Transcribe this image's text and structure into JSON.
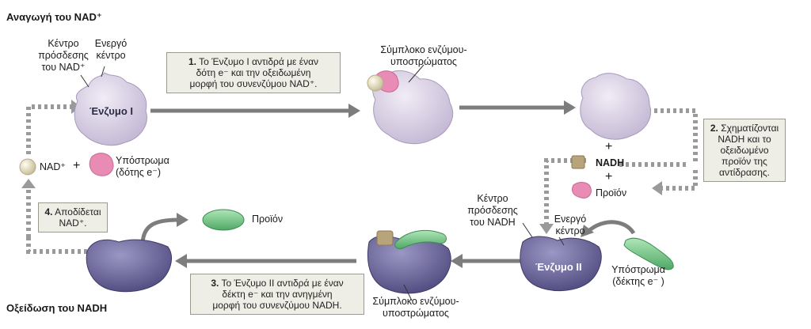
{
  "titles": {
    "top": "Αναγωγή του NAD⁺",
    "bottom": "Οξείδωση του NADH"
  },
  "labels": {
    "binding_site_nad": [
      "Κέντρο",
      "πρόσδεσης",
      "του NAD⁺"
    ],
    "active_site_top": [
      "Ενεργό",
      "κέντρο"
    ],
    "enzyme1": "Ένζυμο Ι",
    "complex_top": [
      "Σύμπλοκο ενζύμου-",
      "υποστρώματος"
    ],
    "nad_plus": "NAD⁺",
    "plus": "+",
    "substrate_donor": [
      "Υπόστρωμα",
      "(δότης e⁻)"
    ],
    "nadh": "NADH",
    "product_right": "Προϊόν",
    "binding_site_nadh": [
      "Κέντρο",
      "πρόσδεσης",
      "του NADH"
    ],
    "active_site_bottom": [
      "Ενεργό",
      "κέντρο"
    ],
    "enzyme2": "Ένζυμο ΙΙ",
    "substrate_acceptor": [
      "Υπόστρωμα",
      "(δέκτης e⁻ )"
    ],
    "complex_bottom": [
      "Σύμπλοκο ενζύμου-",
      "υποστρώματος"
    ],
    "product_bottom": "Προϊόν"
  },
  "steps": [
    {
      "num": "1.",
      "lines": [
        "Το Ένζυμο Ι αντιδρά με έναν",
        "δότη e⁻ και την οξειδωμένη",
        "μορφή του συνενζύμου NAD⁺."
      ]
    },
    {
      "num": "2.",
      "lines": [
        "Σχηματίζονται",
        "NADH και το",
        "οξειδωμένο",
        "προϊόν της",
        "αντίδρασης."
      ]
    },
    {
      "num": "3.",
      "lines": [
        "Το Ένζυμο ΙΙ αντιδρά με έναν",
        "δέκτη e⁻ και την ανηγμένη",
        "μορφή του συνενζύμου NADH."
      ]
    },
    {
      "num": "4.",
      "lines": [
        "Αποδίδεται",
        "NAD⁺."
      ]
    }
  ],
  "colors": {
    "enzyme1": "#dcd4e6",
    "enzyme2": "#6e6a9c",
    "substrate_pink": "#e88bb5",
    "nad_ball": "#e8e2c2",
    "nadh_cube": "#b8a47a",
    "product_green": "#7cc98c",
    "arrow_solid": "#7d7d7d",
    "arrow_dotted": "#9a9a9a",
    "box_bg": "#eeeee6"
  }
}
